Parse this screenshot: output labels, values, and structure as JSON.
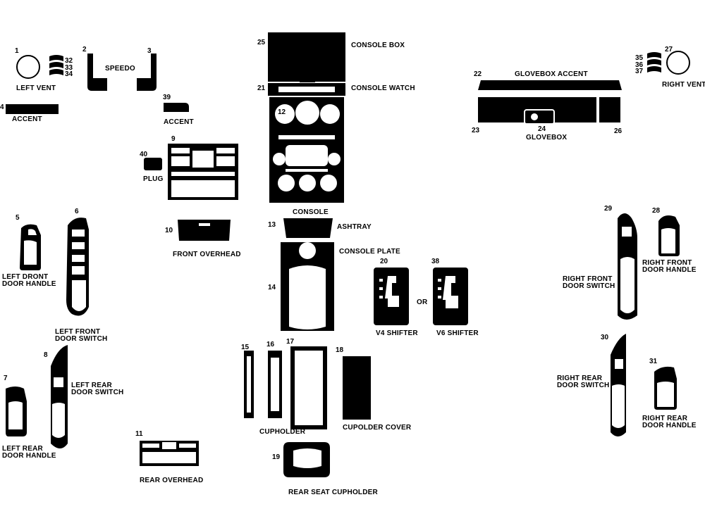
{
  "numbers": {
    "n1": "1",
    "n2": "2",
    "n3": "3",
    "n4": "4",
    "n5": "5",
    "n6": "6",
    "n7": "7",
    "n8": "8",
    "n9": "9",
    "n10": "10",
    "n11": "11",
    "n12": "12",
    "n13": "13",
    "n14": "14",
    "n15": "15",
    "n16": "16",
    "n17": "17",
    "n18": "18",
    "n19": "19",
    "n20": "20",
    "n21": "21",
    "n22": "22",
    "n23": "23",
    "n24": "24",
    "n25": "25",
    "n26": "26",
    "n27": "27",
    "n28": "28",
    "n29": "29",
    "n30": "30",
    "n31": "31",
    "n32": "32",
    "n33": "33",
    "n34": "34",
    "n35": "35",
    "n36": "36",
    "n37": "37",
    "n38": "38",
    "n39": "39",
    "n40": "40"
  },
  "labels": {
    "left_vent": "LEFT VENT",
    "speedo": "SPEEDO",
    "accent": "ACCENT",
    "accent_39": "ACCENT",
    "plug": "PLUG",
    "console_box": "CONSOLE BOX",
    "console_watch": "CONSOLE WATCH",
    "console": "CONSOLE",
    "glovebox_accent": "GLOVEBOX ACCENT",
    "glovebox": "GLOVEBOX",
    "right_vent": "RIGHT VENT",
    "front_overhead": "FRONT OVERHEAD",
    "ashtray": "ASHTRAY",
    "console_plate": "CONSOLE PLATE",
    "left_front_handle_1": "LEFT DRONT",
    "left_front_handle_2": "DOOR HANDLE",
    "left_front_switch_1": "LEFT FRONT",
    "left_front_switch_2": "DOOR SWITCH",
    "v4_shifter": "V4 SHIFTER",
    "or": "OR",
    "v6_shifter": "V6 SHIFTER",
    "right_front_switch_1": "RIGHT FRONT",
    "right_front_switch_2": "DOOR SWITCH",
    "right_front_handle_1": "RIGHT FRONT",
    "right_front_handle_2": "DOOR HANDLE",
    "left_rear_switch_1": "LEFT REAR",
    "left_rear_switch_2": "DOOR SWITCH",
    "left_rear_handle_1": "LEFT REAR",
    "left_rear_handle_2": "DOOR HANDLE",
    "cupholder": "CUPHOLDER",
    "cupholder_cover": "CUPOLDER COVER",
    "rear_overhead": "REAR OVERHEAD",
    "rear_seat_cupholder": "REAR SEAT CUPHOLDER",
    "right_rear_switch_1": "RIGHT REAR",
    "right_rear_switch_2": "DOOR SWITCH",
    "right_rear_handle_1": "RIGHT REAR",
    "right_rear_handle_2": "DOOR HANDLE"
  },
  "colors": {
    "piece": "#000000",
    "background": "#ffffff"
  }
}
